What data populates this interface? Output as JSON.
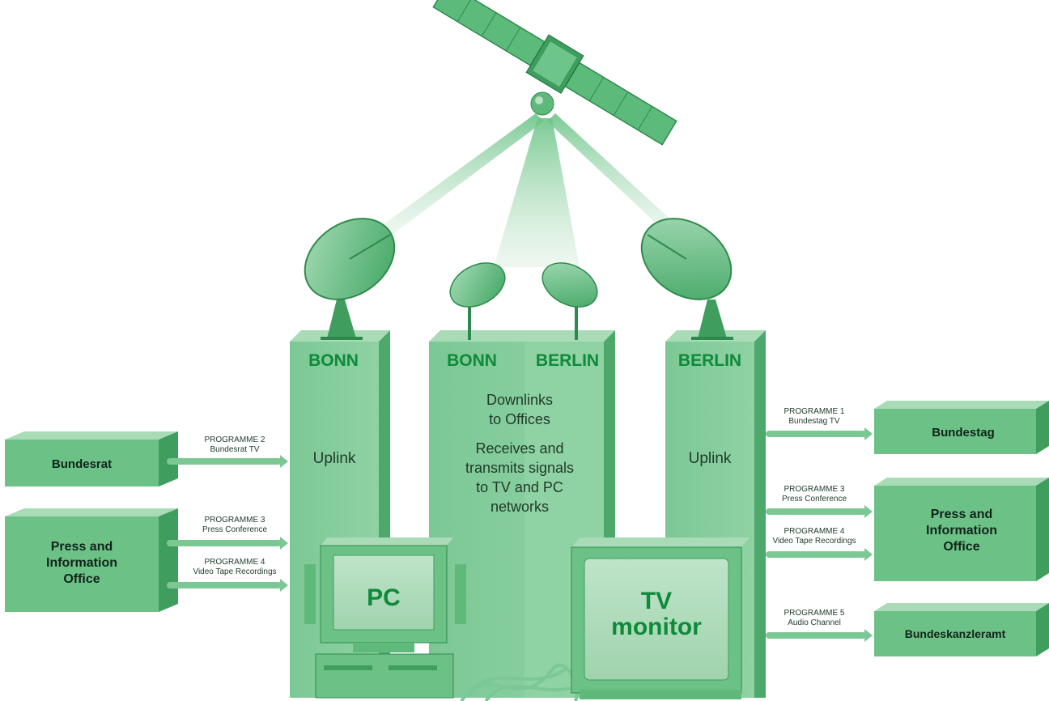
{
  "satellite": {
    "name": "satellite"
  },
  "towers": {
    "left": {
      "header": "BONN",
      "label": "Uplink"
    },
    "center": {
      "header_left": "BONN",
      "header_right": "BERLIN",
      "line1": "Downlinks",
      "line2": "to Offices",
      "line3": "Receives and",
      "line4": "transmits signals",
      "line5": "to TV and PC",
      "line6": "networks"
    },
    "right": {
      "header": "BERLIN",
      "label": "Uplink"
    }
  },
  "left_boxes": {
    "bundesrat": "Bundesrat",
    "press_line1": "Press and",
    "press_line2": "Information",
    "press_line3": "Office"
  },
  "right_boxes": {
    "bundestag": "Bundestag",
    "press_line1": "Press and",
    "press_line2": "Information",
    "press_line3": "Office",
    "kanzleramt": "Bundeskanzleramt"
  },
  "left_arrows": [
    {
      "title": "PROGRAMME 2",
      "sub": "Bundesrat TV"
    },
    {
      "title": "PROGRAMME 3",
      "sub": "Press Conference"
    },
    {
      "title": "PROGRAMME 4",
      "sub": "Video Tape Recordings"
    }
  ],
  "right_arrows": [
    {
      "title": "PROGRAMME 1",
      "sub": "Bundestag TV"
    },
    {
      "title": "PROGRAMME 3",
      "sub": "Press Conference"
    },
    {
      "title": "PROGRAMME 4",
      "sub": "Video Tape Recordings"
    },
    {
      "title": "PROGRAMME 5",
      "sub": "Audio Channel"
    }
  ],
  "devices": {
    "pc": "PC",
    "tv_line1": "TV",
    "tv_line2": "monitor"
  },
  "colors": {
    "dark_green": "#0e8a3a",
    "mid_green": "#5fb97a",
    "light_green": "#9fd6ae",
    "pale_green": "#cfead6"
  }
}
